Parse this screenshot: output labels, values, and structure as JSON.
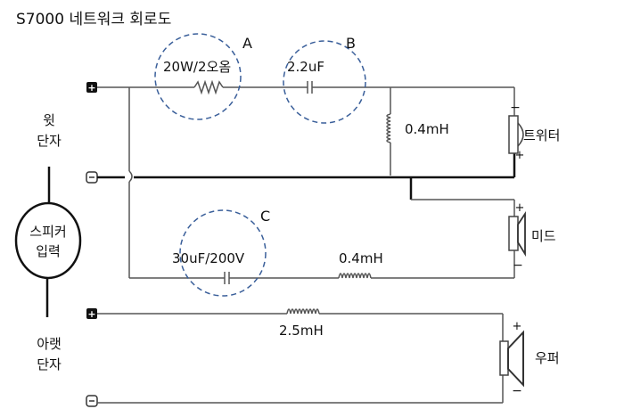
{
  "title": "S7000 네트워크 회로도",
  "labels": {
    "upper_terminal_line1": "윗",
    "upper_terminal_line2": "단자",
    "lower_terminal_line1": "아랫",
    "lower_terminal_line2": "단자",
    "speaker_input_line1": "스피커",
    "speaker_input_line2": "입력",
    "plus": "+",
    "minus": "−"
  },
  "components": {
    "resistor": "20W/2오옴",
    "capacitor_b": "2.2uF",
    "tweeter_inductor": "0.4mH",
    "capacitor_c": "30uF/200V",
    "mid_inductor": "0.4mH",
    "woofer_inductor": "2.5mH"
  },
  "markers": {
    "a": "A",
    "b": "B",
    "c": "C"
  },
  "speakers": {
    "tweeter": "트위터",
    "mid": "미드",
    "woofer": "우퍼"
  },
  "colors": {
    "wire": "#555555",
    "bold_wire": "#111111",
    "highlight_circle": "#3a5f9a"
  }
}
